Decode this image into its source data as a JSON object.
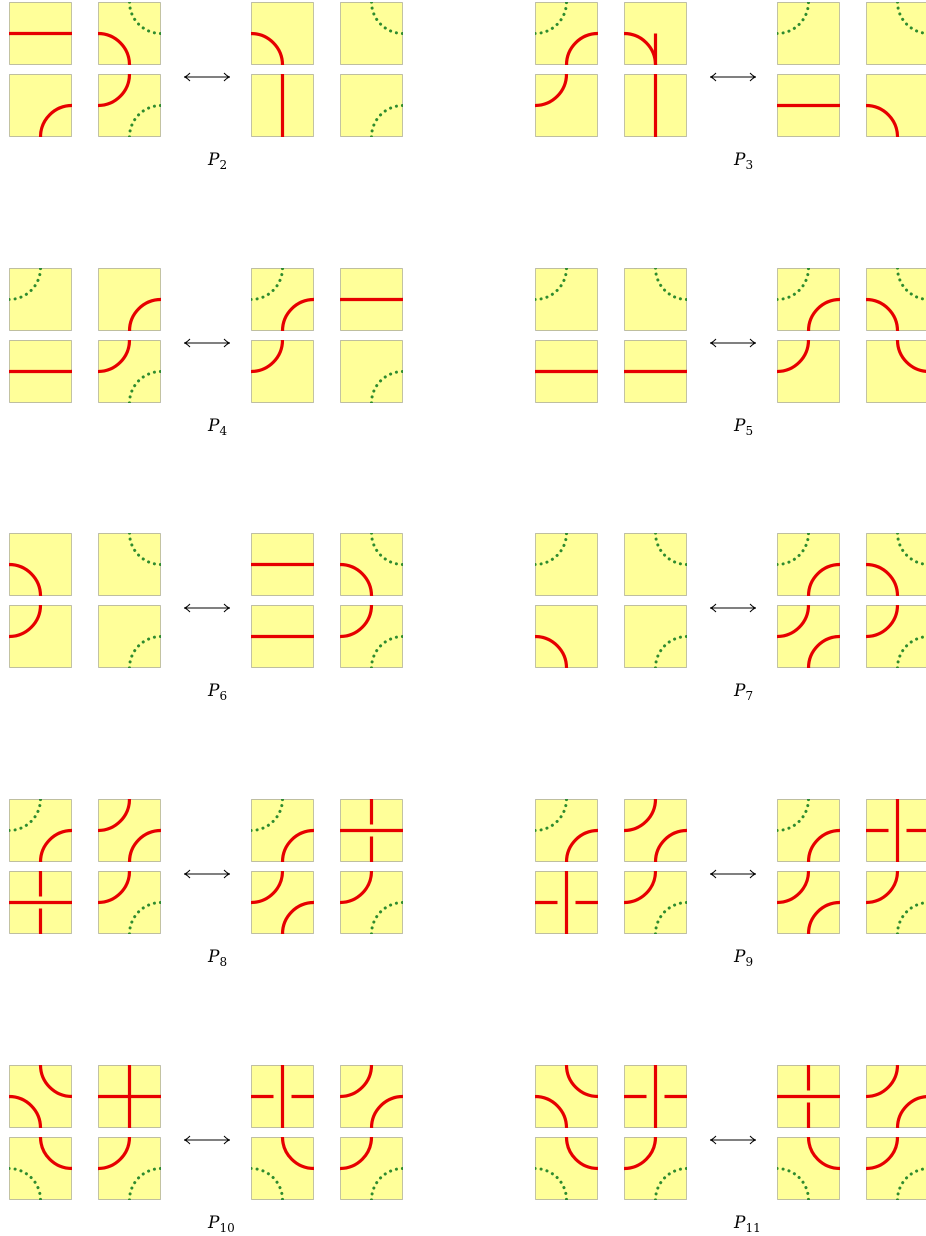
{
  "colors": {
    "tile_fill": "#ffff99",
    "tile_border": "#555555",
    "strand": "#e60000",
    "dotted": "#2e8b2e",
    "arrow": "#000000"
  },
  "arrow_icon": "left-right-arrow-icon",
  "relations": [
    {
      "base": "P",
      "sub": "2",
      "left": [
        [
          "hline-mid",
          "arc-tl|dot-tr"
        ],
        [
          "arc-bm-right",
          "arc-tl-up|dot-br"
        ]
      ],
      "right": [
        [
          "arc-tl",
          "dot-tr"
        ],
        [
          "vline-mid",
          "dot-br"
        ]
      ]
    },
    {
      "base": "P",
      "sub": "3",
      "left": [
        [
          "dot-tl|arc-br-up",
          "arc-tl|vdown"
        ],
        [
          "arc-bl-up",
          "vline-mid"
        ]
      ],
      "right": [
        [
          "dot-tl",
          "dot-tr"
        ],
        [
          "hline-mid",
          "arc-tl"
        ]
      ]
    },
    {
      "base": "P",
      "sub": "4",
      "left": [
        [
          "dot-tl",
          "arc-br"
        ],
        [
          "hline-mid",
          "arc-bl|dot-br"
        ]
      ],
      "right": [
        [
          "dot-tl|arc-br",
          "hline-mid"
        ],
        [
          "arc-bl",
          "dot-br"
        ]
      ]
    },
    {
      "base": "P",
      "sub": "5",
      "left": [
        [
          "dot-tl",
          "dot-tr"
        ],
        [
          "hline-mid",
          "hline-mid"
        ]
      ],
      "right": [
        [
          "dot-tl|arc-br",
          "arc-tl|dot-tr"
        ],
        [
          "arc-bl",
          "arc-tr"
        ]
      ]
    },
    {
      "base": "P",
      "sub": "6",
      "left": [
        [
          "arc-tl",
          "dot-tr"
        ],
        [
          "arc-bl",
          "dot-br"
        ]
      ],
      "right": [
        [
          "hline-mid",
          "arc-tl|dot-tr"
        ],
        [
          "hline-mid",
          "arc-bl|dot-br"
        ]
      ]
    },
    {
      "base": "P",
      "sub": "7",
      "left": [
        [
          "dot-tl",
          "dot-tr"
        ],
        [
          "arc-bl-low",
          "dot-br"
        ]
      ],
      "right": [
        [
          "dot-tl|arc-br",
          "arc-tl|dot-tr"
        ],
        [
          "arc-bl|arc-br-low",
          "arc-bl|dot-br"
        ]
      ]
    },
    {
      "base": "P",
      "sub": "8",
      "left": [
        [
          "dot-tl|arc-br",
          "arc-tl-up|arc-br"
        ],
        [
          "cross",
          "arc-bl|dot-br"
        ]
      ],
      "right": [
        [
          "dot-tl|arc-br",
          "cross"
        ],
        [
          "arc-bl|arc-br-low",
          "arc-bl|dot-br"
        ]
      ]
    },
    {
      "base": "P",
      "sub": "9",
      "left": [
        [
          "dot-tl|arc-br",
          "arc-tl-up|arc-br"
        ],
        [
          "cross-gap",
          "arc-bl|dot-br"
        ]
      ],
      "right": [
        [
          "dot-tl|arc-br",
          "cross-gap"
        ],
        [
          "arc-bl|arc-br-low",
          "arc-bl|dot-br"
        ]
      ]
    },
    {
      "base": "P",
      "sub": "10",
      "left": [
        [
          "arc-tl|arc-tr-up",
          "cross-h"
        ],
        [
          "arc-tr|dot-bl",
          "arc-bl|dot-br"
        ]
      ],
      "right": [
        [
          "cross-gap",
          "arc-tl-up|arc-br"
        ],
        [
          "arc-tr|dot-bl",
          "arc-bl|dot-br"
        ]
      ]
    },
    {
      "base": "P",
      "sub": "11",
      "left": [
        [
          "arc-tl|arc-tr-up",
          "cross-gap"
        ],
        [
          "arc-tr|dot-bl",
          "arc-bl|dot-br"
        ]
      ],
      "right": [
        [
          "cross",
          "arc-tl-up|arc-br"
        ],
        [
          "arc-tr|dot-bl",
          "arc-bl|dot-br"
        ]
      ]
    }
  ]
}
